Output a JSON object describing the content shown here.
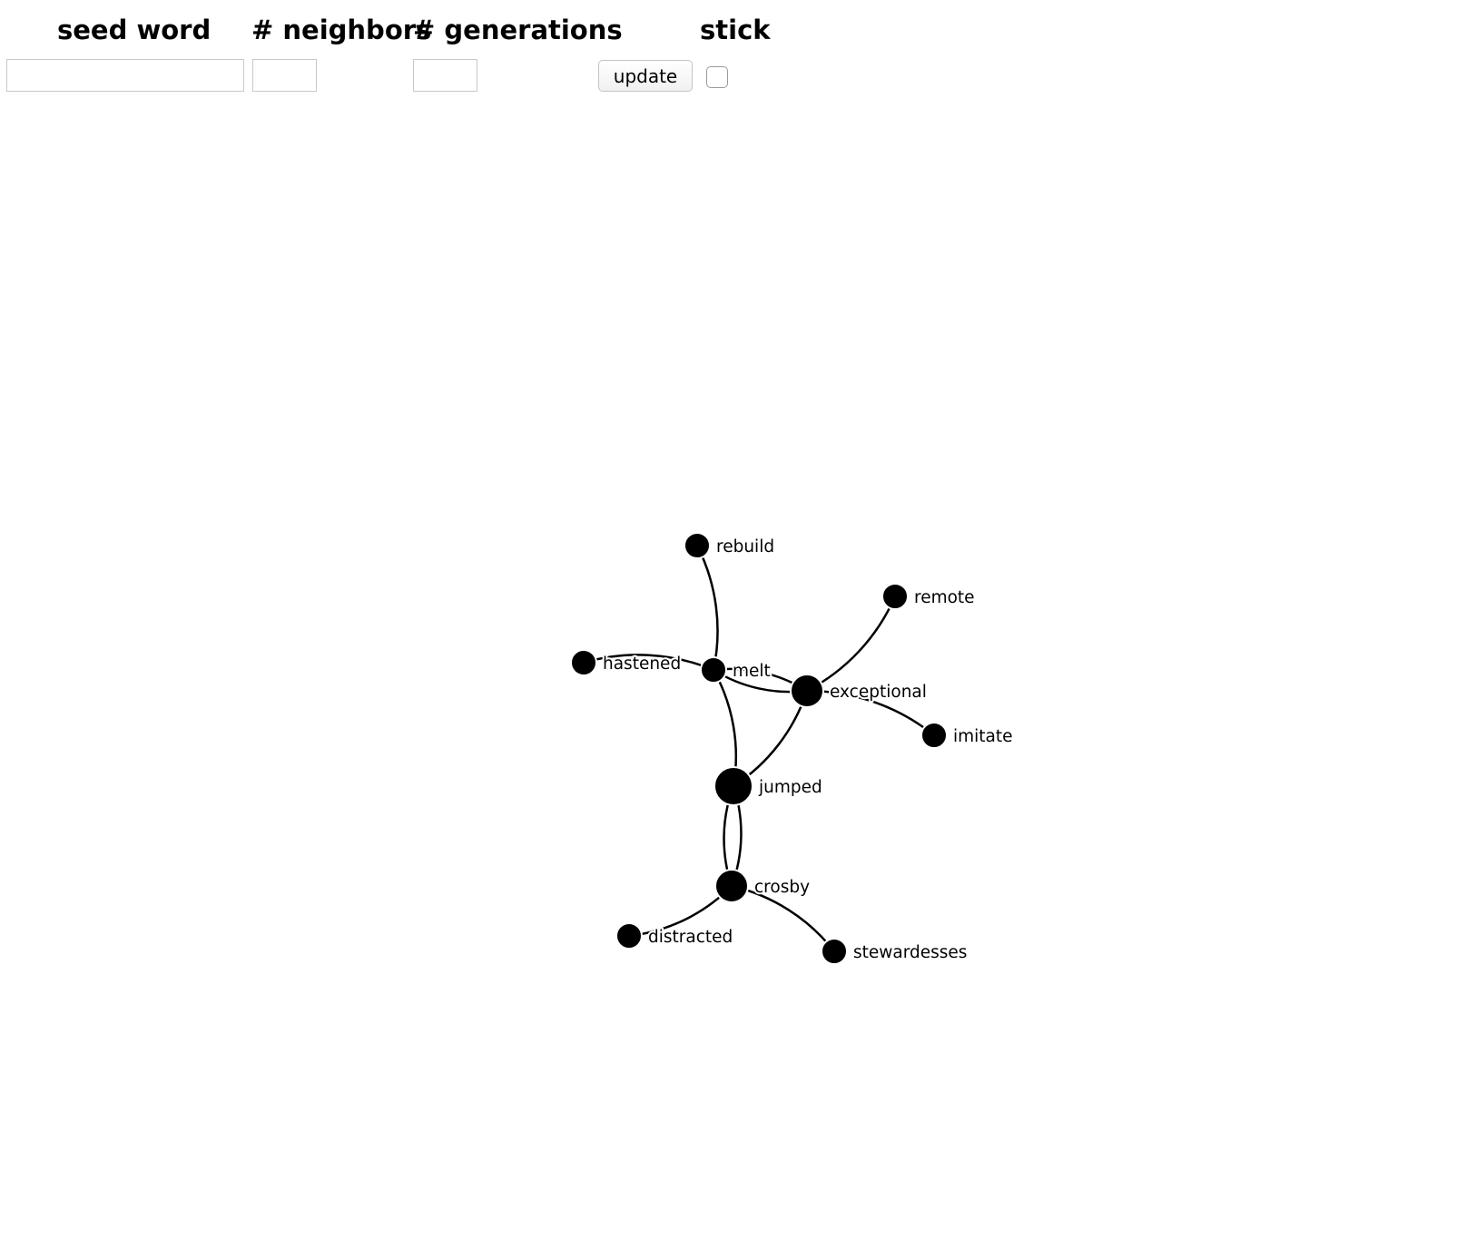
{
  "controls": {
    "seed_word_label": "seed word",
    "neighbors_label": "# neighbors",
    "generations_label": "# generations",
    "stick_label": "stick",
    "update_label": "update",
    "seed_word_value": "",
    "neighbors_value": "",
    "generations_value": "",
    "stick_checked": false
  },
  "graph": {
    "nodes": [
      {
        "id": "rebuild",
        "label": "rebuild",
        "size": "small"
      },
      {
        "id": "remote",
        "label": "remote",
        "size": "small"
      },
      {
        "id": "hastened",
        "label": "hastened",
        "size": "small"
      },
      {
        "id": "melt",
        "label": "melt",
        "size": "small"
      },
      {
        "id": "exceptional",
        "label": "exceptional",
        "size": "medium"
      },
      {
        "id": "imitate",
        "label": "imitate",
        "size": "small"
      },
      {
        "id": "jumped",
        "label": "jumped",
        "size": "large"
      },
      {
        "id": "crosby",
        "label": "crosby",
        "size": "medium"
      },
      {
        "id": "distracted",
        "label": "distracted",
        "size": "small"
      },
      {
        "id": "stewardesses",
        "label": "stewardesses",
        "size": "small"
      }
    ],
    "edges": [
      {
        "source": "rebuild",
        "target": "melt"
      },
      {
        "source": "remote",
        "target": "exceptional"
      },
      {
        "source": "hastened",
        "target": "melt"
      },
      {
        "source": "melt",
        "target": "exceptional"
      },
      {
        "source": "exceptional",
        "target": "melt"
      },
      {
        "source": "exceptional",
        "target": "imitate"
      },
      {
        "source": "melt",
        "target": "jumped"
      },
      {
        "source": "exceptional",
        "target": "jumped"
      },
      {
        "source": "jumped",
        "target": "crosby"
      },
      {
        "source": "crosby",
        "target": "jumped"
      },
      {
        "source": "crosby",
        "target": "distracted"
      },
      {
        "source": "crosby",
        "target": "stewardesses"
      }
    ]
  },
  "colors": {
    "node": "#000000",
    "edge": "#000000",
    "background": "#ffffff"
  }
}
